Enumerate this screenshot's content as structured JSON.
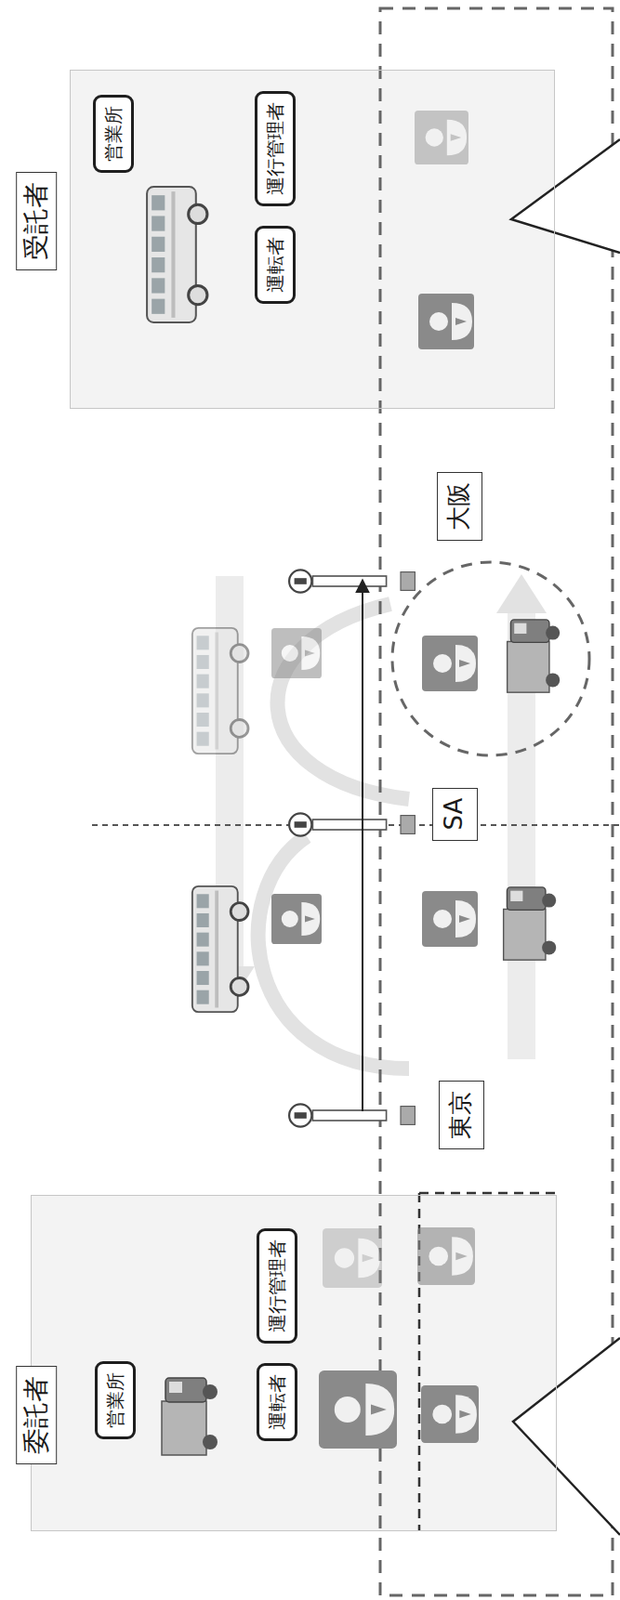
{
  "diagram": {
    "nodes": [
      {
        "text": [
          "委託者"
        ]
      },
      {
        "text": [
          "営業所"
        ],
        "in": 0
      },
      {
        "text": [
          "運転者"
        ],
        "in": 0
      },
      {
        "text": [
          "運行管理者"
        ],
        "in": 0
      },
      {
        "text": [
          "東京"
        ]
      },
      {
        "text": [
          "SA"
        ]
      },
      {
        "text": [
          "大阪"
        ]
      },
      {
        "text": [
          "受託者"
        ]
      },
      {
        "text": [
          "営業所"
        ],
        "in": 7
      },
      {
        "text": [
          "運転者"
        ],
        "in": 7
      },
      {
        "text": [
          "運行管理者"
        ],
        "in": 7
      }
    ]
  }
}
